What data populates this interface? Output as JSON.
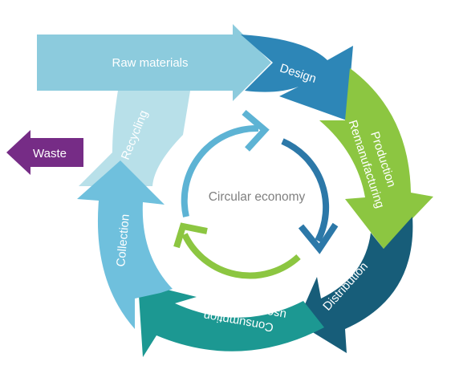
{
  "diagram": {
    "center_label": "Circular economy",
    "stages": [
      {
        "id": "raw-materials",
        "label": "Raw materials",
        "color": "#8ccbdd"
      },
      {
        "id": "design",
        "label": "Design",
        "color": "#2d86b7"
      },
      {
        "id": "production",
        "label_line1": "Production",
        "label_line2": "Remanufacturing",
        "color": "#8cc641"
      },
      {
        "id": "distribution",
        "label": "Distribution",
        "color": "#175d79"
      },
      {
        "id": "consumption",
        "label_line1": "Consumption",
        "label_line2": "use, reuse, repair",
        "color": "#1c9892"
      },
      {
        "id": "collection",
        "label": "Collection",
        "color": "#6fc0dd"
      },
      {
        "id": "recycling",
        "label": "Recycling",
        "color": "#b8e0e9"
      },
      {
        "id": "waste",
        "label": "Waste",
        "color": "#762c86"
      }
    ],
    "inner_arrow_colors": [
      "#5db3d4",
      "#2c78a8",
      "#8cc641"
    ]
  }
}
